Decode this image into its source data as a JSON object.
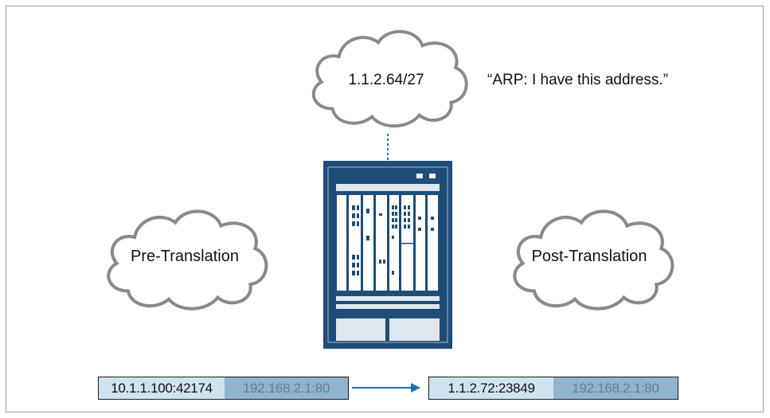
{
  "clouds": {
    "top_label": "1.1.2.64/27",
    "left_label": "Pre-Translation",
    "right_label": "Post-Translation"
  },
  "arp_note": "“ARP: I have this address.”",
  "pre_packet": {
    "source": "10.1.1.100:42174",
    "destination": "192.168.2.1:80"
  },
  "post_packet": {
    "source": "1.1.2.72:23849",
    "destination": "192.168.2.1:80"
  },
  "colors": {
    "chassis": "#1e4d78",
    "packet_src_bg": "#cfe4f1",
    "packet_dst_bg": "#8fb5d0",
    "arrow": "#1e6fb3",
    "cloud_stroke": "#8a8a8a"
  }
}
